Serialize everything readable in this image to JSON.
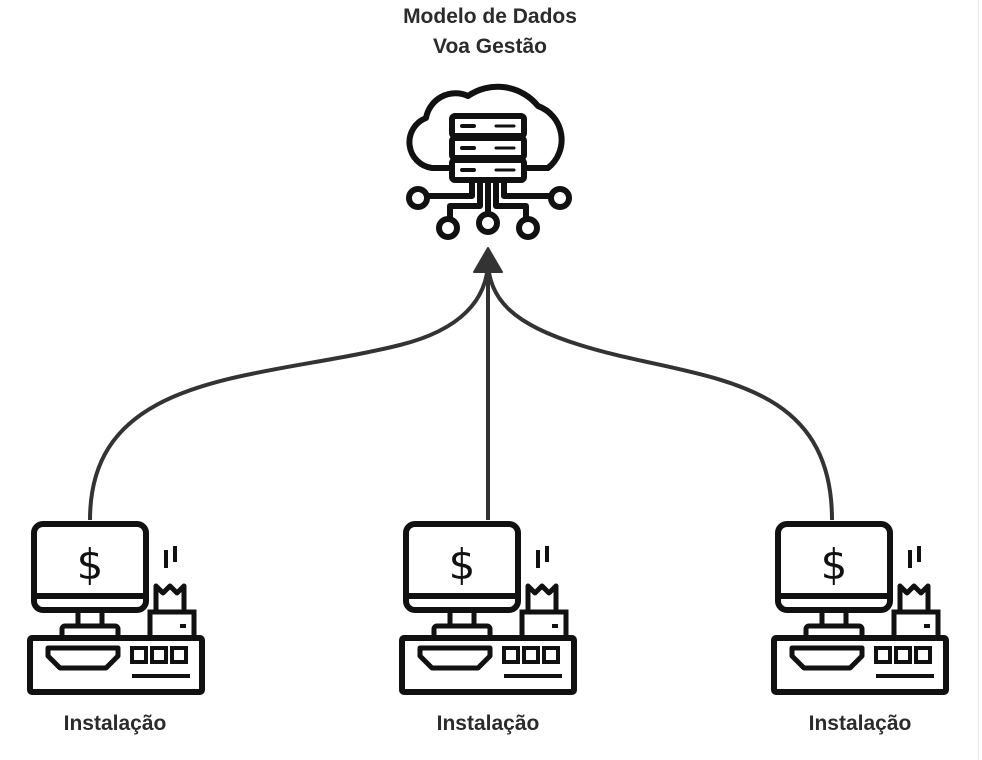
{
  "title": {
    "line1": "Modelo de Dados",
    "line2": "Voa Gestão"
  },
  "nodes": [
    {
      "label": "Instalação"
    },
    {
      "label": "Instalação"
    },
    {
      "label": "Instalação"
    }
  ],
  "colors": {
    "stroke": "#111111",
    "connector": "#333333",
    "text": "#2b2b2b"
  },
  "icons": {
    "hub": "cloud-server-icon",
    "node": "pos-terminal-icon"
  }
}
